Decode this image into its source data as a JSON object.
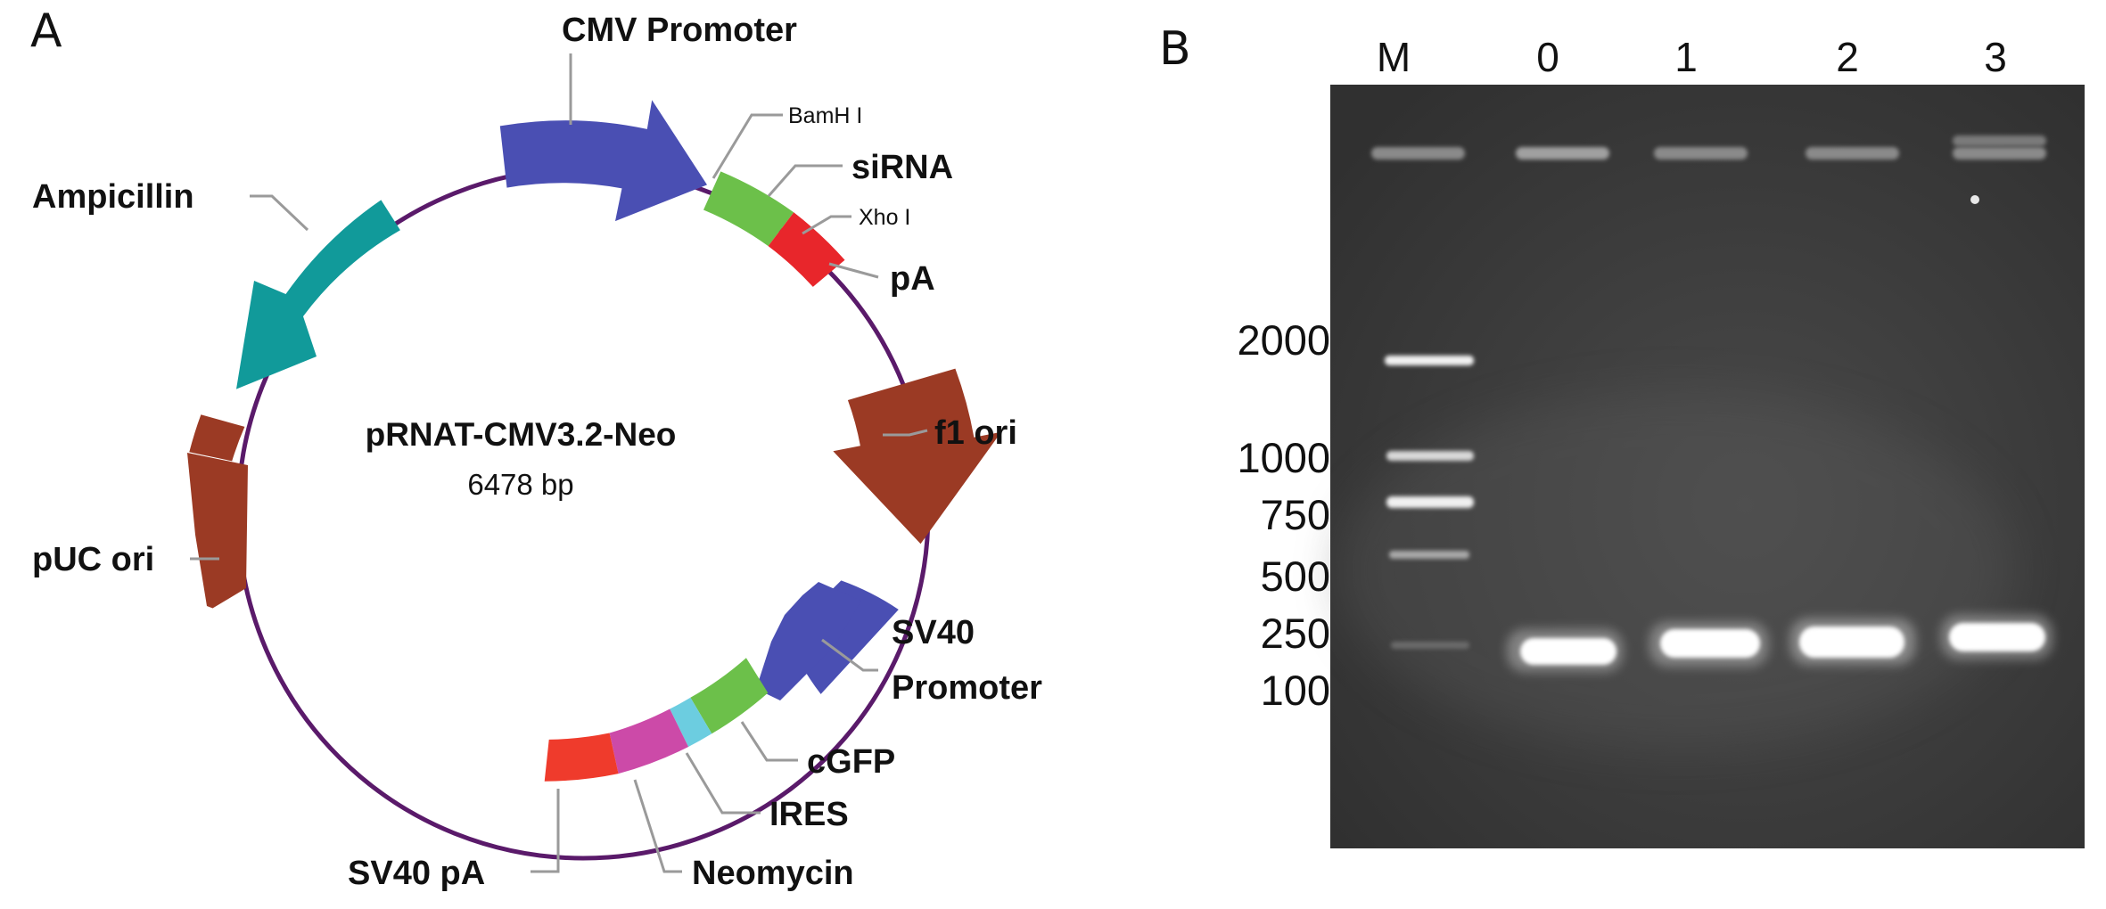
{
  "panel_a": {
    "letter": "A",
    "plasmid_name": "pRNAT-CMV3.2-Neo",
    "plasmid_size": "6478 bp",
    "features": {
      "cmv_promoter": "CMV Promoter",
      "bamh1": "BamH I",
      "sirna": "siRNA",
      "xho1": "Xho I",
      "pa": "pA",
      "f1_ori": "f1 ori",
      "sv40_promoter_line1": "SV40",
      "sv40_promoter_line2": "Promoter",
      "cgfp": "cGFP",
      "ires": "IRES",
      "neomycin": "Neomycin",
      "sv40_pa": "SV40 pA",
      "puc_ori": "pUC ori",
      "ampicillin": "Ampicillin"
    },
    "colors": {
      "backbone": "#5a1a6a",
      "promoter_blue": "#4a4fb3",
      "green": "#6cc04a",
      "red": "#e8262b",
      "brown": "#9b3a24",
      "teal": "#119a9a",
      "magenta": "#cc4aa8",
      "cyan": "#6ccde0",
      "orange_red": "#ef3b2c"
    }
  },
  "panel_b": {
    "letter": "B",
    "lane_labels": [
      "M",
      "0",
      "1",
      "2",
      "3"
    ],
    "size_markers": [
      "2000",
      "1000",
      "750",
      "500",
      "250",
      "100"
    ],
    "colors": {
      "gel_background": "#3b3b3b",
      "band": "#ffffff"
    }
  }
}
